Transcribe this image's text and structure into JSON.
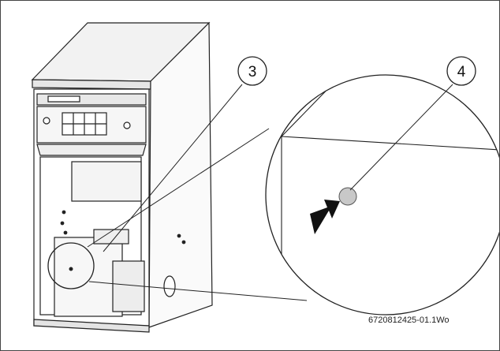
{
  "callouts": [
    {
      "id": "3",
      "label": "3"
    },
    {
      "id": "4",
      "label": "4"
    }
  ],
  "reference_code": "6720812425-01.1Wo",
  "colors": {
    "line": "#222222",
    "component_fill": "#f1f1f1",
    "highlight_dot": "#c8c8c8"
  },
  "icons": {
    "arrow": "push-arrow-icon"
  }
}
